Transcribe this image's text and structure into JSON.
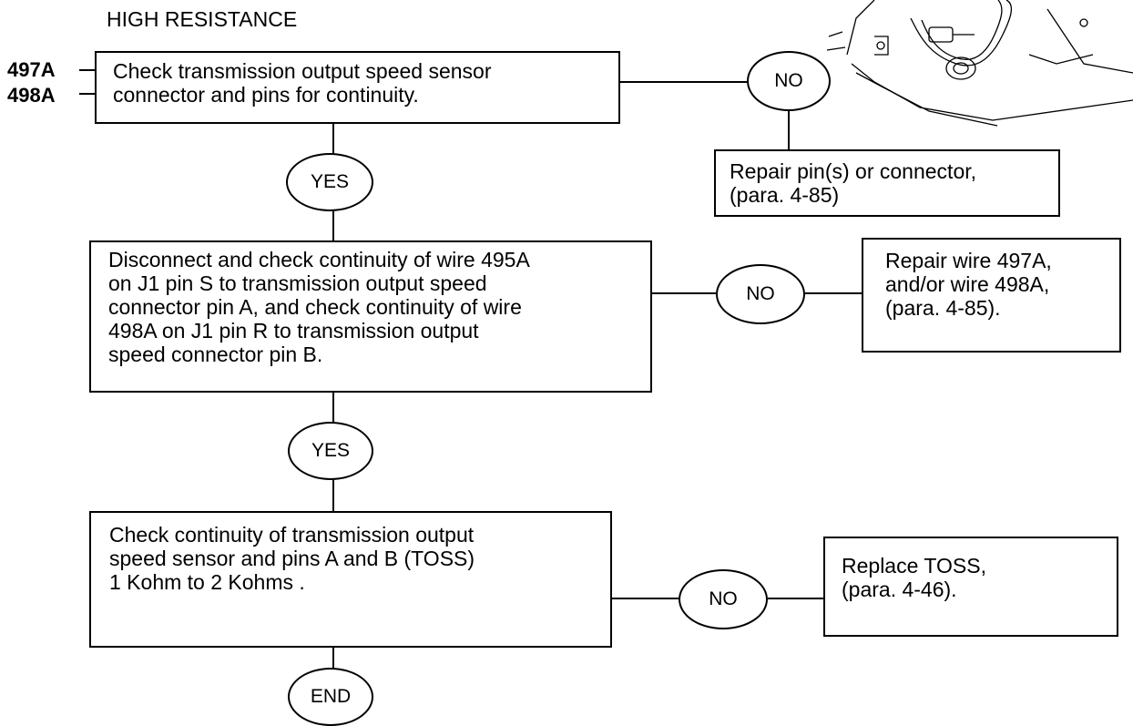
{
  "title": "HIGH RESISTANCE",
  "wire_labels": [
    "497A",
    "498A"
  ],
  "steps": [
    {
      "id": "step1",
      "text": "Check transmission output speed sensor\nconnector and pins for continuity.",
      "yes_label": "YES",
      "no_label": "NO",
      "no_action": "Repair pin(s) or connector,\n(para. 4-85)"
    },
    {
      "id": "step2",
      "text": "Disconnect and check continuity of wire 495A\non J1 pin S to transmission output speed\nconnector pin A, and check continuity of wire\n498A on J1 pin R to transmission output\nspeed connector pin B.",
      "yes_label": "YES",
      "no_label": "NO",
      "no_action": "Repair wire 497A,\nand/or wire 498A,\n(para. 4-85)."
    },
    {
      "id": "step3",
      "text": "Check continuity of transmission output\nspeed sensor and pins A and B (TOSS)\n1 Kohm to 2 Kohms   .",
      "no_label": "NO",
      "no_action": "Replace TOSS,\n(para. 4-46)."
    }
  ],
  "end_label": "END",
  "illustration_icon": "transmission-speed-sensor-illustration",
  "colors": {
    "line": "#000000",
    "background": "#ffffff"
  }
}
